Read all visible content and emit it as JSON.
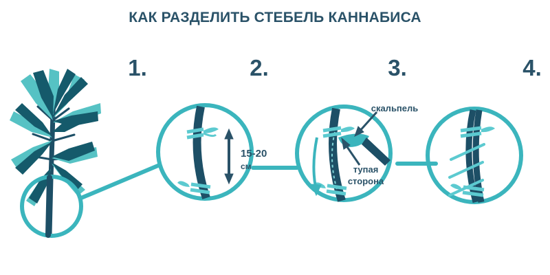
{
  "page": {
    "title": "КАК РАЗДЕЛИТЬ СТЕБЕЛЬ КАННАБИСА",
    "background_color": "#ffffff"
  },
  "colors": {
    "dark_slate": "#2a5268",
    "teal": "#3bb5bd",
    "teal_light": "#5ccad0",
    "stem_dark": "#1d4f66",
    "leaf_dark": "#155a6b",
    "leaf_light": "#56c2c4"
  },
  "steps": [
    {
      "id": "step-1",
      "number": "1."
    },
    {
      "id": "step-2",
      "number": "2."
    },
    {
      "id": "step-3",
      "number": "3."
    },
    {
      "id": "step-4",
      "number": "4."
    }
  ],
  "diagram": {
    "plant_label": "cannabis-plant",
    "circle_1": {
      "measurement_value": "15-20",
      "measurement_unit": "см"
    },
    "circle_2": {
      "scalpel_label": "скальпель",
      "blunt_side_label_line1": "тупая",
      "blunt_side_label_line2": "сторона"
    }
  }
}
